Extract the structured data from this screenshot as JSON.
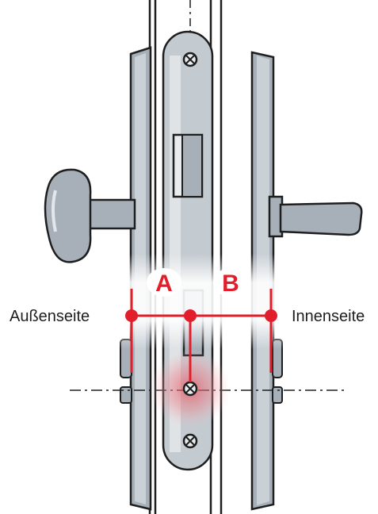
{
  "labels": {
    "outside": "Außenseite",
    "inside": "Innenseite",
    "dimension_a": "A",
    "dimension_b": "B"
  },
  "colors": {
    "accent": "#e21e2b",
    "metal": "#a7b0b9",
    "metal_light": "#c9d0d6",
    "outline": "#1e1e1e",
    "glow": "#ef8a93"
  },
  "icons": {
    "screw": "screw-icon",
    "knob": "door-knob-icon",
    "handle": "door-handle-icon"
  }
}
